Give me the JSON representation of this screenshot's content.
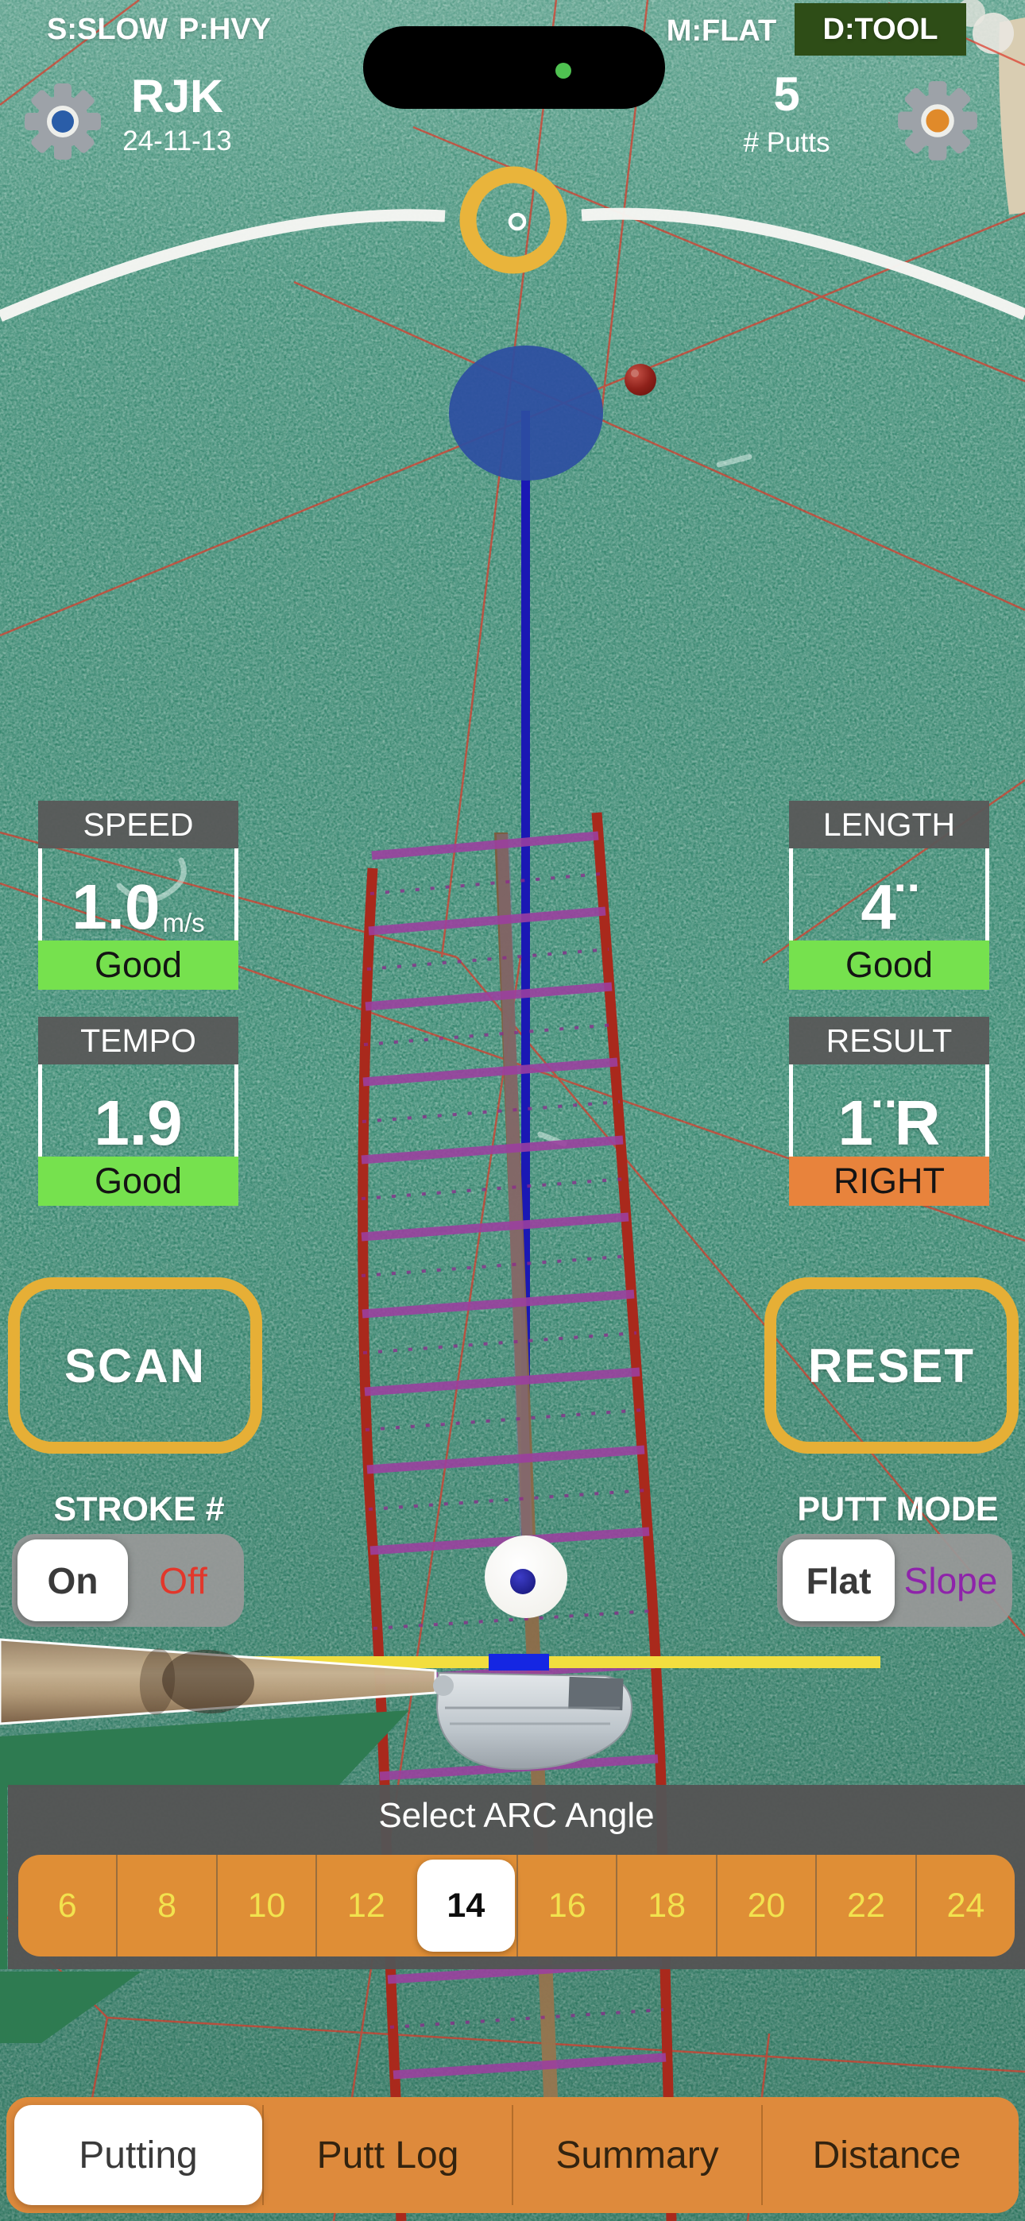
{
  "top_bar": {
    "left_status_1": "S:SLOW",
    "left_status_2": "P:HVY",
    "right_status_1": "M:FLAT",
    "right_status_2": "D:TOOL",
    "player": "RJK",
    "date": "24-11-13",
    "putts_value": "5",
    "putts_label": "# Putts"
  },
  "stats": {
    "speed": {
      "title": "SPEED",
      "value": "1.0",
      "unit": "m/s",
      "status": "Good"
    },
    "length": {
      "title": "LENGTH",
      "value": "4",
      "mark": "¨",
      "status": "Good"
    },
    "tempo": {
      "title": "TEMPO",
      "value": "1.9",
      "status": "Good"
    },
    "result": {
      "title": "RESULT",
      "value": "1",
      "mark": "¨",
      "suffix": "R",
      "status": "RIGHT"
    }
  },
  "buttons": {
    "scan": "SCAN",
    "reset": "RESET"
  },
  "stroke_toggle": {
    "label": "STROKE #",
    "options": [
      {
        "label": "On",
        "selected": true
      },
      {
        "label": "Off",
        "selected": false,
        "accent": "#E2372B"
      }
    ]
  },
  "putt_mode_toggle": {
    "label": "PUTT MODE",
    "options": [
      {
        "label": "Flat",
        "selected": true
      },
      {
        "label": "Slope",
        "selected": false,
        "accent": "#8E24AA"
      }
    ]
  },
  "arc_selector": {
    "title": "Select ARC Angle",
    "selected": "14",
    "options": [
      {
        "label": "6"
      },
      {
        "label": "8"
      },
      {
        "label": "10"
      },
      {
        "label": "12"
      },
      {
        "label": "14",
        "selected": true
      },
      {
        "label": "16"
      },
      {
        "label": "18"
      },
      {
        "label": "20"
      },
      {
        "label": "22"
      },
      {
        "label": "24"
      }
    ]
  },
  "tab_bar": {
    "tabs": [
      {
        "label": "Putting",
        "selected": true
      },
      {
        "label": "Putt Log"
      },
      {
        "label": "Summary"
      },
      {
        "label": "Distance"
      }
    ]
  },
  "colors": {
    "gold": "#E6AF36",
    "good_green": "#76E14E",
    "result_orange": "#E8833C",
    "off_red": "#E2372B",
    "slope_purple": "#8E24AA",
    "tab_orange": "#DE8A3C",
    "arc_orange": "#DF8E36",
    "dtool_badge_green": "#2E4D17",
    "rail_red": "#A9291C",
    "rung_purple": "#9C3FA0",
    "aim_navy": "#1A18B4",
    "ball_dot_navy": "#16167E",
    "turf_green": "#35836B"
  }
}
